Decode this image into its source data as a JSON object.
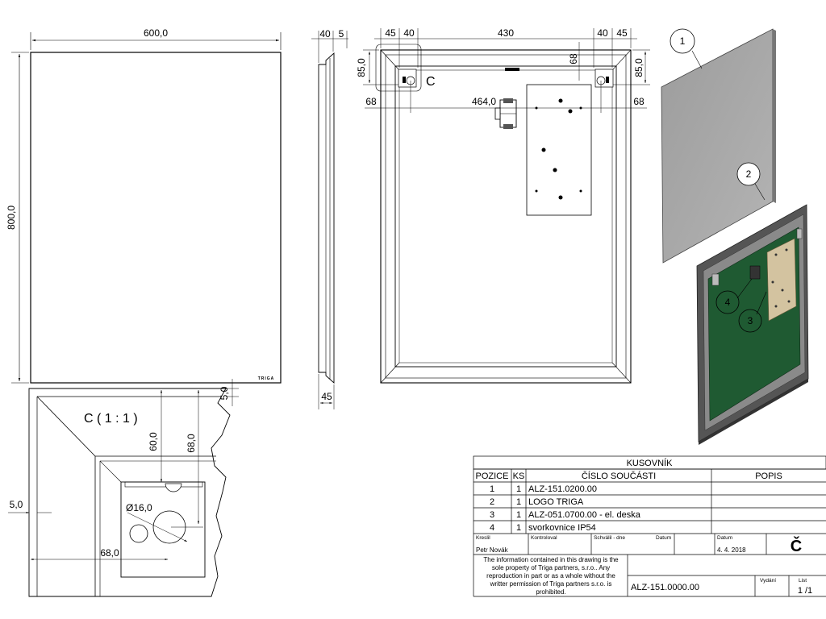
{
  "front_view": {
    "width_label": "600,0",
    "height_label": "800,0",
    "logo_text": "TRIGA"
  },
  "side_view": {
    "top_dim_a": "40",
    "top_dim_b": "5",
    "bottom_dim": "45"
  },
  "back_view": {
    "dim_45_left": "45",
    "dim_40_left": "40",
    "dim_430": "430",
    "dim_40_right": "40",
    "dim_45_right": "45",
    "dim_68_vertical": "68",
    "dim_85_left": "85,0",
    "dim_85_right": "85,0",
    "dim_68_left": "68",
    "dim_464": "464,0",
    "dim_68_right": "68",
    "detail_marker": "C"
  },
  "detail_view": {
    "title": "C ( 1 : 1 )",
    "dim_5_top": "5,0",
    "dim_60": "60,0",
    "dim_68_vertical": "68,0",
    "dim_5_left": "5,0",
    "dim_diameter": "Ø16,0",
    "dim_68_horizontal": "68,0"
  },
  "callouts": [
    "1",
    "2",
    "3",
    "4"
  ],
  "bom": {
    "title": "KUSOVNÍK",
    "headers": [
      "POZICE",
      "KS",
      "ČÍSLO SOUČÁSTI",
      "POPIS"
    ],
    "rows": [
      {
        "pos": "1",
        "qty": "1",
        "part": "ALZ-151.0200.00",
        "desc": ""
      },
      {
        "pos": "2",
        "qty": "1",
        "part": "LOGO TRIGA",
        "desc": ""
      },
      {
        "pos": "3",
        "qty": "1",
        "part": "ALZ-051.0700.00 - el. deska",
        "desc": ""
      },
      {
        "pos": "4",
        "qty": "1",
        "part": "svorkovnice IP54",
        "desc": ""
      }
    ]
  },
  "title_block": {
    "drawn_label": "Kreslil",
    "drawn_by": "Petr Novák",
    "checked_label": "Kontroloval",
    "approved_label": "Schválil - dne",
    "date_label_1": "Datum",
    "date_label_2": "Datum",
    "date": "4. 4. 2018",
    "company_mark": "Č",
    "notice_1": "The information contained in this drawing is the",
    "notice_2": "sole property of Triga partners, s.r.o.. Any",
    "notice_3": "reproduction in part or as a whole without the",
    "notice_4": "writter permission of Triga partners s.r.o. is",
    "notice_5": "prohibited.",
    "drawing_number": "ALZ-151.0000.00",
    "issue_label": "Vydání",
    "sheet_label": "List",
    "sheet_value": "1 /1"
  },
  "colors": {
    "pcb_green": "#1f5a32",
    "mirror_gray": "#a0a0a0",
    "board_beige": "#d3c3a0"
  }
}
